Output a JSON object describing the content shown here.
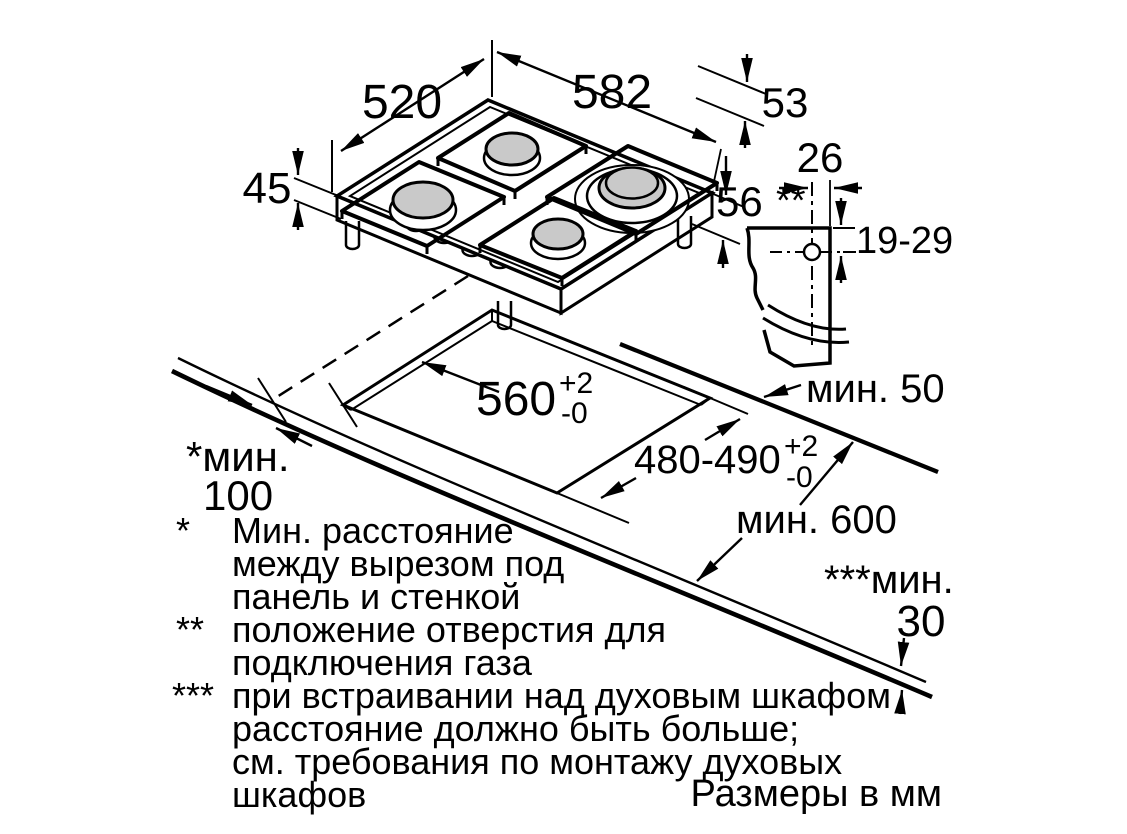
{
  "diagram": {
    "dims": {
      "depth": "520",
      "width": "582",
      "edge_offset": "53",
      "rim_height": "45",
      "body_height": "56",
      "gas_offset_h": "26",
      "gas_offset_v": "19-29",
      "gas_marker": "**"
    },
    "cutout": {
      "width": {
        "value": "560",
        "plus": "+2",
        "minus": "-0"
      },
      "depth": {
        "value": "480-490",
        "plus": "+2",
        "minus": "-0"
      }
    },
    "clearances": {
      "back_wall": "мин. 50",
      "side_wall_line1": "*мин.",
      "side_wall_line2": "100",
      "worktop_depth": "мин. 600",
      "oven_gap_line1": "***мин.",
      "oven_gap_line2": "30"
    },
    "footnotes": [
      {
        "marker": "*",
        "lines": [
          "Мин. расстояние",
          "между вырезом под",
          "панель и стенкой"
        ]
      },
      {
        "marker": "**",
        "lines": [
          "положение отверстия для",
          "подключения газа"
        ]
      },
      {
        "marker": "***",
        "lines": [
          "при встраивании над духовым шкафом",
          "расстояние должно быть больше;",
          "см. требования по монтажу духовых",
          "шкафов"
        ]
      }
    ],
    "units_note": "Размеры в мм",
    "colors": {
      "line": "#000000",
      "burner_cap": "#c9c9c9",
      "background": "#ffffff"
    }
  }
}
